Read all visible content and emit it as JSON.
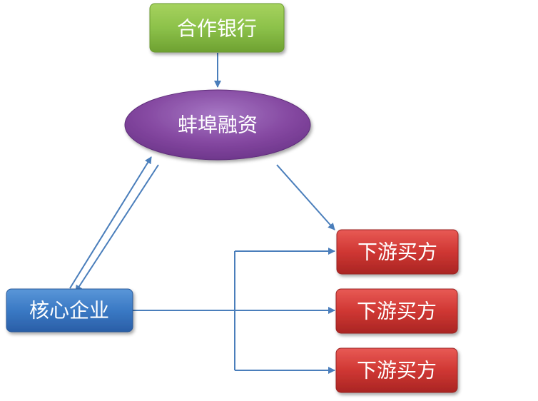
{
  "nodes": {
    "cooperative_bank": {
      "label": "合作银行",
      "color": "#7fb83a"
    },
    "bengbu_financing": {
      "label": "蚌埠融资",
      "color": "#7b3f99"
    },
    "core_enterprise": {
      "label": "核心企业",
      "color": "#2f6bb8"
    },
    "downstream_buyers": [
      {
        "label": "下游买方",
        "color": "#c8302f"
      },
      {
        "label": "下游买方",
        "color": "#c8302f"
      },
      {
        "label": "下游买方",
        "color": "#c8302f"
      }
    ]
  },
  "colors": {
    "arrow": "#4a7ebb"
  }
}
